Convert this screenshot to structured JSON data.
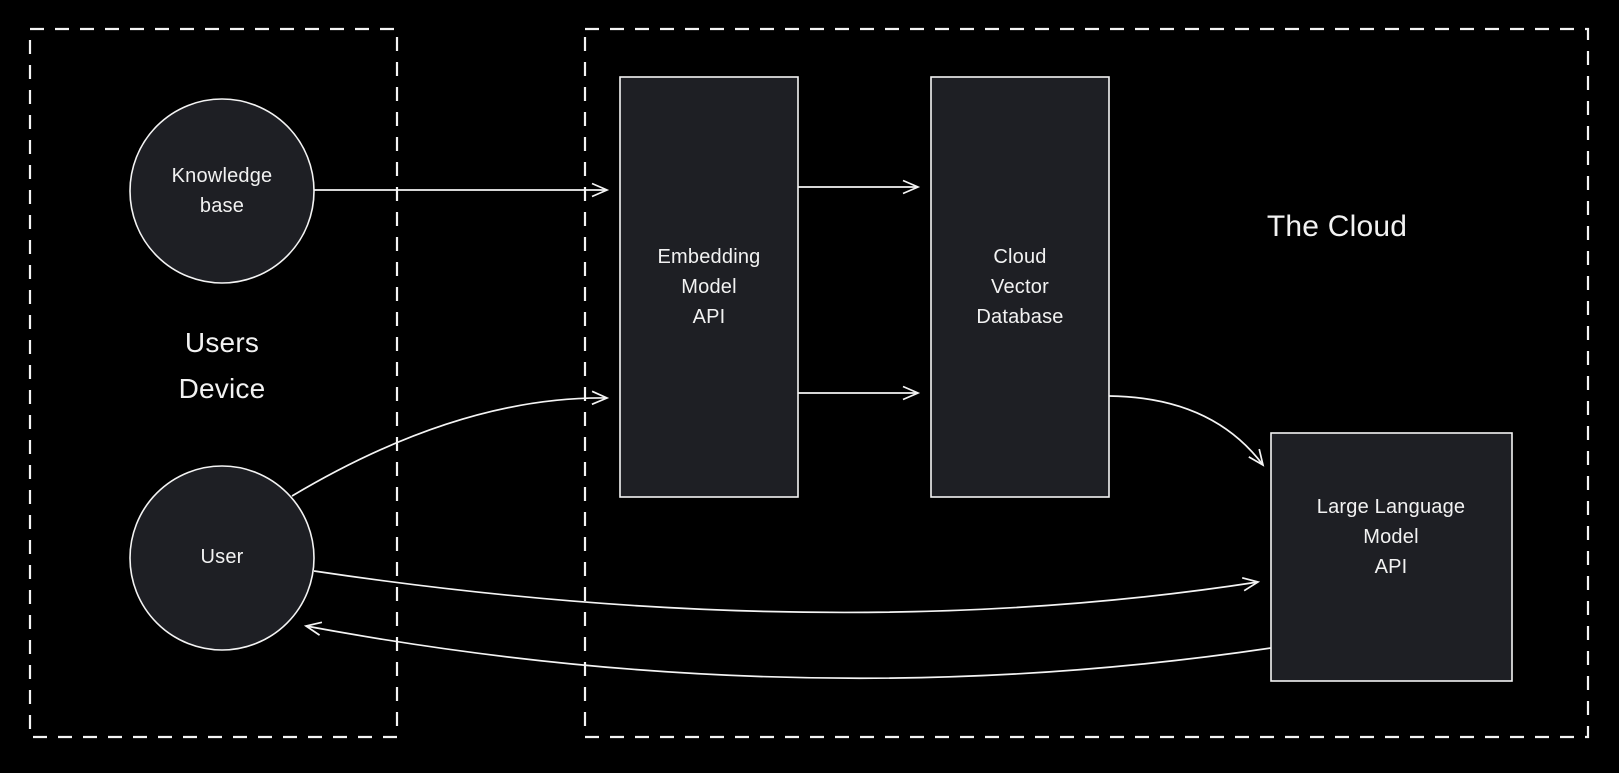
{
  "groups": {
    "users_device": {
      "lines": [
        "Users",
        "Device"
      ]
    },
    "the_cloud": {
      "label": "The Cloud"
    }
  },
  "nodes": {
    "knowledge_base": {
      "shape": "circle",
      "lines": [
        "Knowledge",
        "base"
      ]
    },
    "user": {
      "shape": "circle",
      "lines": [
        "User"
      ]
    },
    "embedding_model_api": {
      "shape": "rect",
      "lines": [
        "Embedding",
        "Model",
        "API"
      ]
    },
    "cloud_vector_database": {
      "shape": "rect",
      "lines": [
        "Cloud",
        "Vector",
        "Database"
      ]
    },
    "large_language_model_api": {
      "shape": "rect",
      "lines": [
        "Large Language",
        "Model",
        "API"
      ]
    }
  },
  "edges": [
    {
      "from": "knowledge_base",
      "to": "embedding_model_api",
      "style": "straight"
    },
    {
      "from": "embedding_model_api",
      "to": "cloud_vector_database",
      "style": "straight-top"
    },
    {
      "from": "embedding_model_api",
      "to": "cloud_vector_database",
      "style": "straight-bottom"
    },
    {
      "from": "user",
      "to": "embedding_model_api",
      "style": "curved"
    },
    {
      "from": "cloud_vector_database",
      "to": "large_language_model_api",
      "style": "curved"
    },
    {
      "from": "user",
      "to": "large_language_model_api",
      "style": "curved"
    },
    {
      "from": "large_language_model_api",
      "to": "user",
      "style": "curved"
    }
  ],
  "colors": {
    "background": "#000000",
    "node_fill": "#1e1f24",
    "stroke": "#f4f4f4",
    "text": "#f2f2f2"
  }
}
